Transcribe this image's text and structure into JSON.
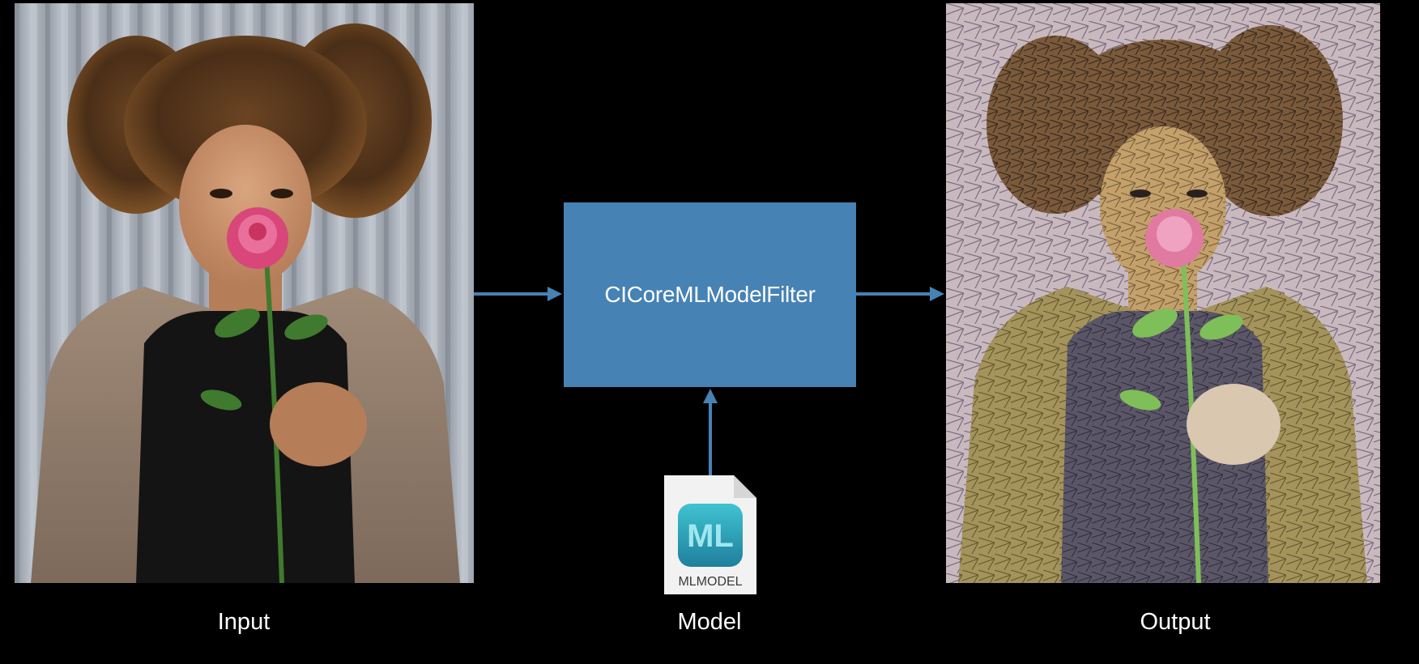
{
  "filter": {
    "label": "CICoreMLModelFilter",
    "color": "#4682b4"
  },
  "model_file": {
    "icon": "mlmodel-file-icon",
    "badge_text": "ML",
    "type_label": "MLMODEL"
  },
  "captions": {
    "input": "Input",
    "model": "Model",
    "output": "Output"
  },
  "images": {
    "input": "photo-of-woman-holding-pink-rose",
    "output": "stylized-mosaic-photo-of-woman-holding-pink-rose"
  },
  "colors": {
    "background": "#000000",
    "arrow": "#4682b4",
    "text": "#ffffff"
  }
}
